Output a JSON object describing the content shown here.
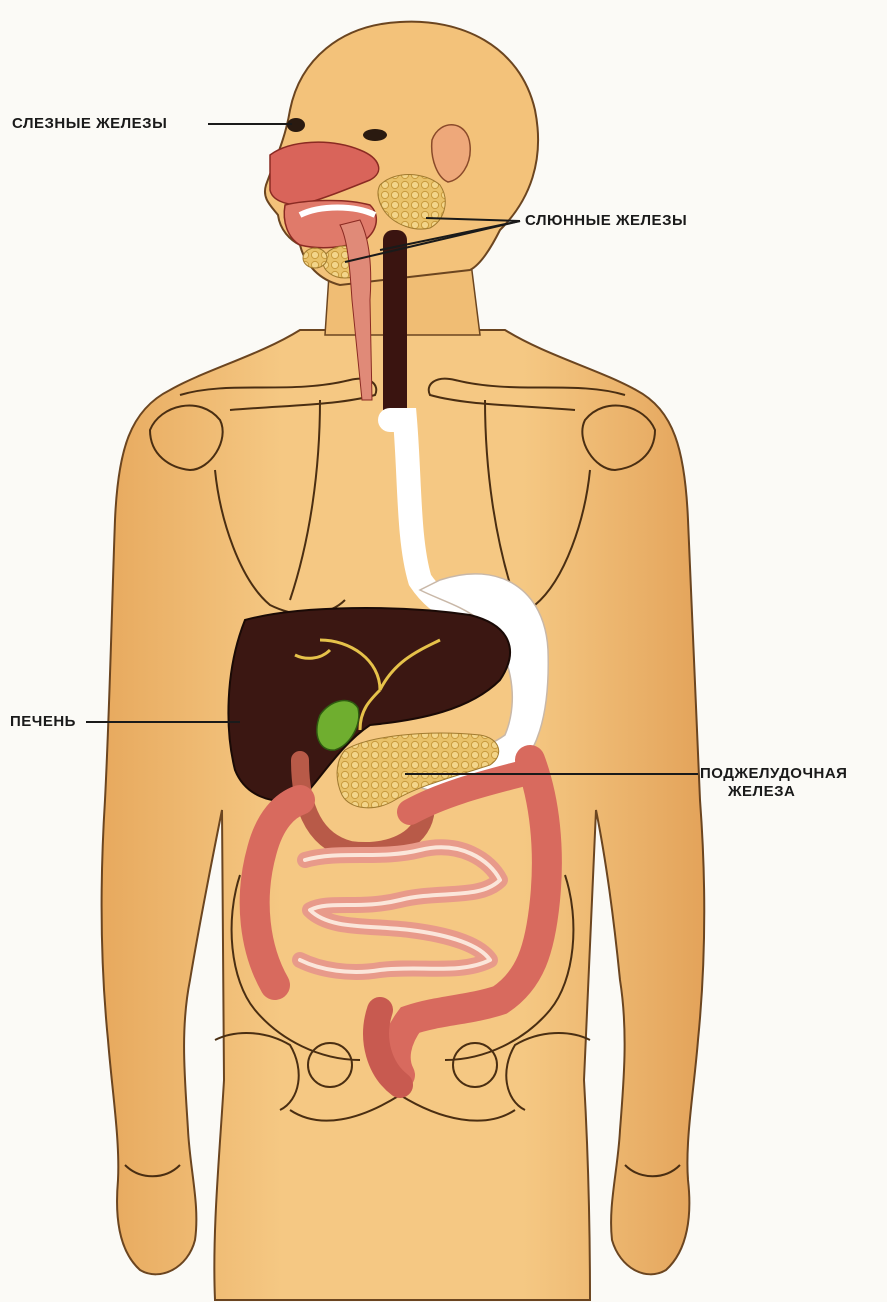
{
  "diagram": {
    "labels": {
      "tear_glands": "СЛЕЗНЫЕ ЖЕЛЕЗЫ",
      "salivary_glands": "СЛЮННЫЕ ЖЕЛЕЗЫ",
      "liver": "ПЕЧЕНЬ",
      "pancreas_line1": "ПОДЖЕЛУДОЧНАЯ",
      "pancreas_line2": "ЖЕЛЕЗА"
    },
    "colors": {
      "skin": "#f3c27a",
      "skin_shade": "#e3a35a",
      "outline": "#5a3a1a",
      "liver": "#3b1712",
      "gallbladder": "#6fae2f",
      "gland": "#e9c26a",
      "intestine": "#d86a5e",
      "esophagus": "#3a1410",
      "stomach": "#ffffff",
      "label_text": "#1a1a1a"
    }
  }
}
